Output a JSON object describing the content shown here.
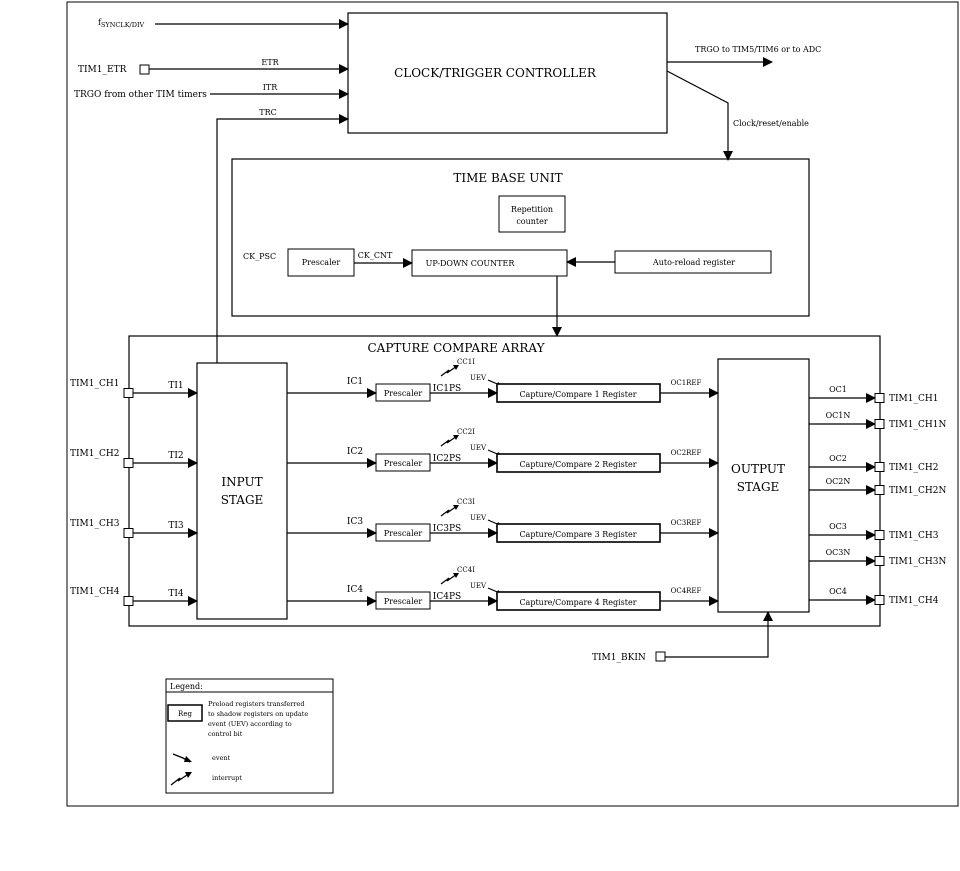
{
  "blocks": {
    "clock_controller": "CLOCK/TRIGGER CONTROLLER",
    "time_base_unit": "TIME BASE UNIT",
    "repetition_counter": [
      "Repetition",
      "counter"
    ],
    "prescaler": "Prescaler",
    "up_down_counter": "UP-DOWN COUNTER",
    "auto_reload": "Auto-reload register",
    "capture_compare_array": "CAPTURE COMPARE ARRAY",
    "input_stage": [
      "INPUT",
      "STAGE"
    ],
    "output_stage": [
      "OUTPUT",
      "STAGE"
    ]
  },
  "signals": {
    "f_syn": "f",
    "f_syn_sub": "SYNCLK/DIV",
    "tim1_etr": "TIM1_ETR",
    "etr": "ETR",
    "itr": "ITR",
    "trgo_from": "TRGO from other TIM timers",
    "trc": "TRC",
    "trgo_to": "TRGO to TIM5/TIM6 or to ADC",
    "clock_reset": "Clock/reset/enable",
    "ck_psc": "CK_PSC",
    "ck_cnt": "CK_CNT",
    "tim1_bkin": "TIM1_BKIN",
    "uev": "UEV"
  },
  "channels": [
    {
      "pin": "TIM1_CH1",
      "ti": "TI1",
      "ic": "IC1",
      "icps": "IC1PS",
      "cci": "CC1I",
      "reg": "Capture/Compare 1 Register",
      "ocref": "OC1REF"
    },
    {
      "pin": "TIM1_CH2",
      "ti": "TI2",
      "ic": "IC2",
      "icps": "IC2PS",
      "cci": "CC2I",
      "reg": "Capture/Compare 2 Register",
      "ocref": "OC2REF"
    },
    {
      "pin": "TIM1_CH3",
      "ti": "TI3",
      "ic": "IC3",
      "icps": "IC3PS",
      "cci": "CC3I",
      "reg": "Capture/Compare 3 Register",
      "ocref": "OC3REF"
    },
    {
      "pin": "TIM1_CH4",
      "ti": "TI4",
      "ic": "IC4",
      "icps": "IC4PS",
      "cci": "CC4I",
      "reg": "Capture/Compare 4 Register",
      "ocref": "OC4REF"
    }
  ],
  "outputs": [
    {
      "oc": "OC1",
      "pin": "TIM1_CH1"
    },
    {
      "oc": "OC1N",
      "pin": "TIM1_CH1N"
    },
    {
      "oc": "OC2",
      "pin": "TIM1_CH2"
    },
    {
      "oc": "OC2N",
      "pin": "TIM1_CH2N"
    },
    {
      "oc": "OC3",
      "pin": "TIM1_CH3"
    },
    {
      "oc": "OC3N",
      "pin": "TIM1_CH3N"
    },
    {
      "oc": "OC4",
      "pin": "TIM1_CH4"
    }
  ],
  "legend": {
    "title": "Legend:",
    "reg": "Reg",
    "reg_desc": [
      "Preload registers transferred",
      "to shadow registers on update",
      "event (UEV) according to",
      "control bit"
    ],
    "event": "event",
    "interrupt": "interrupt"
  }
}
